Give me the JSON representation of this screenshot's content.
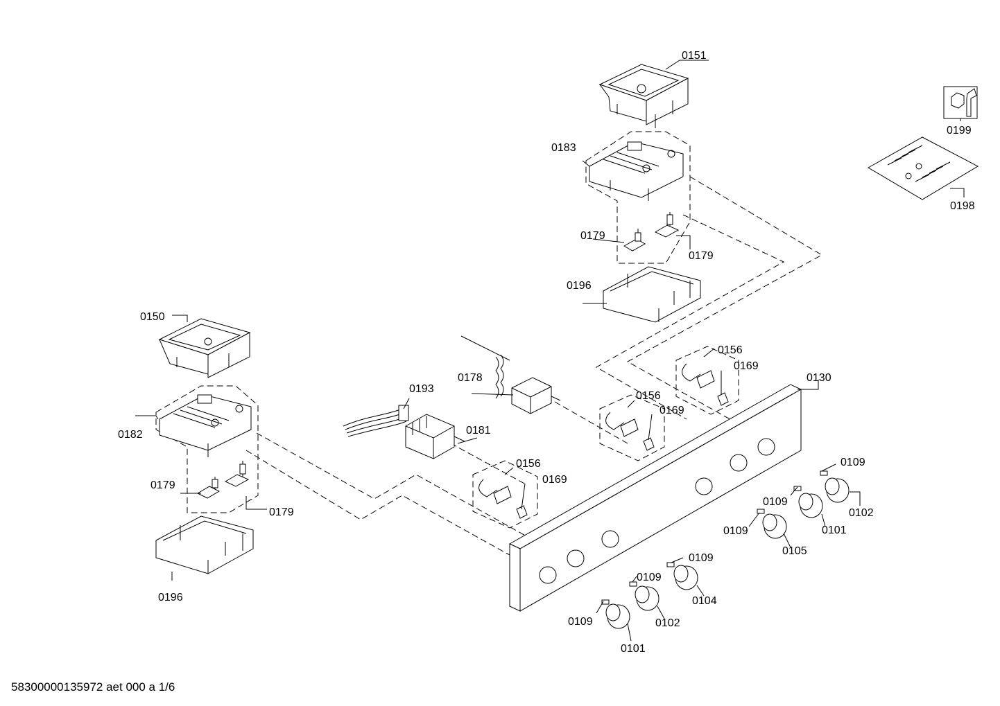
{
  "footer": "58300000135972 aet 000 a 1/6",
  "parts": {
    "p0151": "0151",
    "p0199": "0199",
    "p0198": "0198",
    "p0183": "0183",
    "p0179_top_a": "0179",
    "p0179_top_b": "0179",
    "p0196_top": "0196",
    "p0150": "0150",
    "p0182": "0182",
    "p0179_left_a": "0179",
    "p0179_left_b": "0179",
    "p0196_left": "0196",
    "p0193": "0193",
    "p0178": "0178",
    "p0181": "0181",
    "p0156_a": "0156",
    "p0169_a": "0169",
    "p0156_b": "0156",
    "p0169_b": "0169",
    "p0156_c": "0156",
    "p0169_c": "0169",
    "p0130": "0130",
    "p0109_a": "0109",
    "p0102_a": "0102",
    "p0109_b": "0109",
    "p0101_a": "0101",
    "p0109_c": "0109",
    "p0105": "0105",
    "p0109_d": "0109",
    "p0104": "0104",
    "p0109_e": "0109",
    "p0102_b": "0102",
    "p0109_f": "0109",
    "p0101_b": "0101"
  }
}
